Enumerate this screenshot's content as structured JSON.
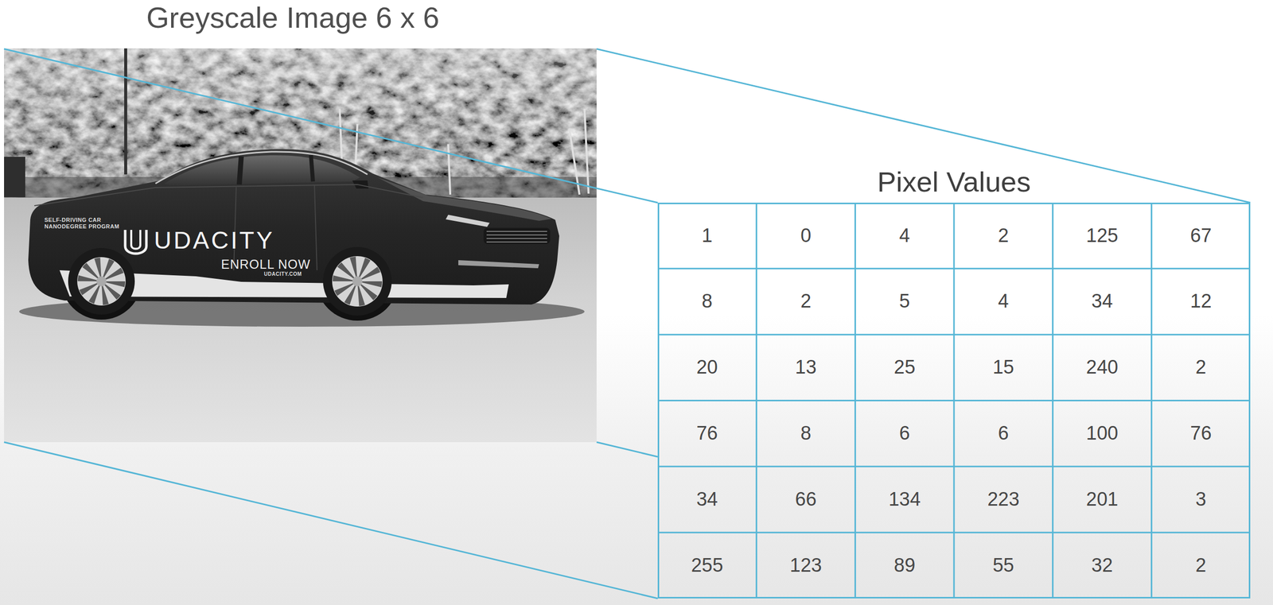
{
  "diagram": {
    "title": "Greyscale Image 6 x 6",
    "nodes": [
      {
        "text": [
          "Pixel Values"
        ]
      }
    ],
    "labels": [
      "1",
      "0",
      "4",
      "2",
      "125",
      "67",
      "8",
      "2",
      "5",
      "4",
      "34",
      "12",
      "20",
      "13",
      "25",
      "15",
      "240",
      "2",
      "76",
      "8",
      "6",
      "6",
      "100",
      "76",
      "34",
      "66",
      "134",
      "223",
      "201",
      "3",
      "255",
      "123",
      "89",
      "55",
      "32",
      "2",
      "UDACITY",
      "ENROLL NOW",
      "SELF-DRIVING CAR NANODEGREE PROGRAM",
      "UDACITY.COM"
    ]
  }
}
